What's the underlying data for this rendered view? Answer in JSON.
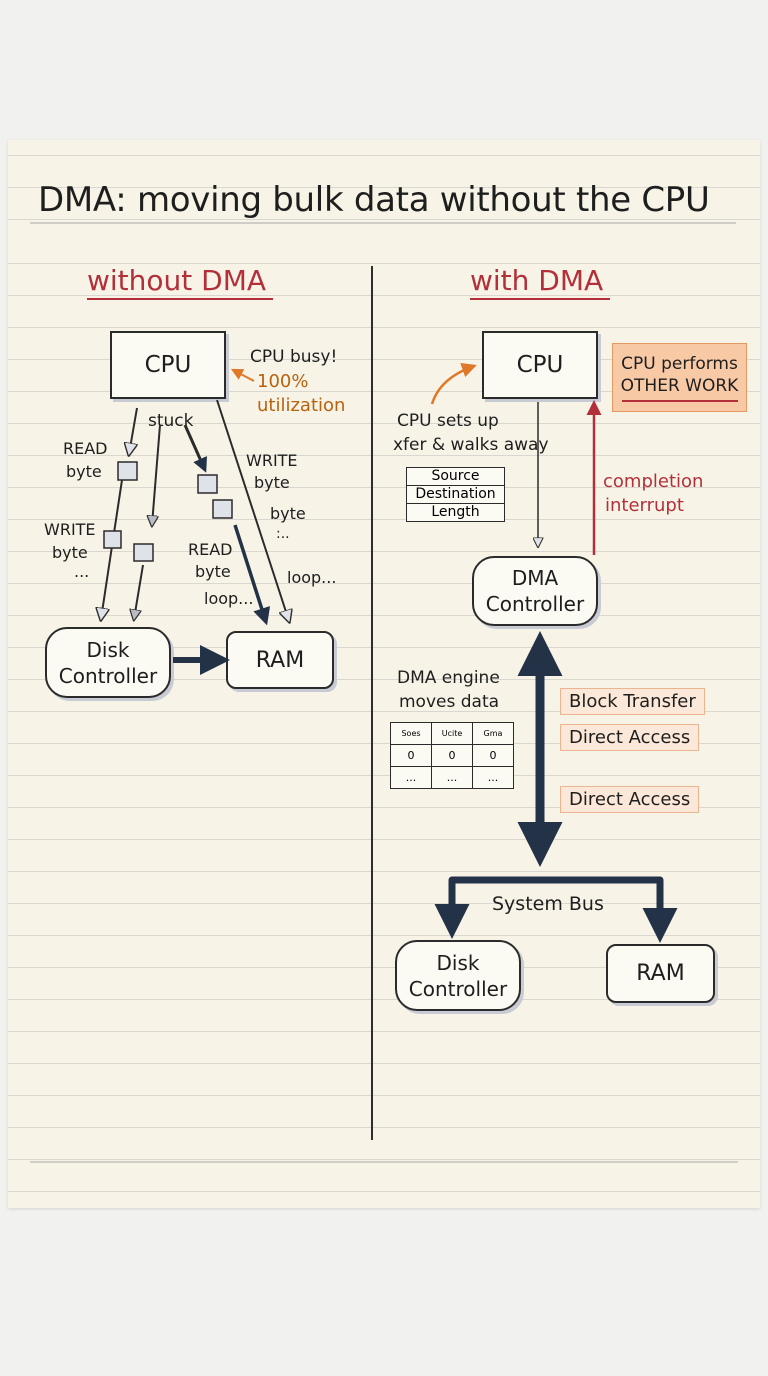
{
  "title": "DMA: moving bulk data without the CPU",
  "left": {
    "heading": "without DMA",
    "cpu": "CPU",
    "busy_note_line1": "CPU busy!",
    "busy_note_line2": "100%",
    "busy_note_line3": "utilization",
    "stuck": "stuck",
    "read1_line1": "READ",
    "read1_line2": "byte",
    "write1_line1": "WRITE",
    "write1_line2": "byte",
    "dots1": "...",
    "write2_line1": "WRITE",
    "write2_line2": "byte",
    "byte_right": "byte",
    "dots_right": ":..",
    "read2_line1": "READ",
    "read2_line2": "byte",
    "loop1": "loop...",
    "loop2": "loop...",
    "disk_line1": "Disk",
    "disk_line2": "Controller",
    "ram": "RAM"
  },
  "right": {
    "heading": "with DMA",
    "cpu": "CPU",
    "other_work_line1": "CPU performs",
    "other_work_line2": "OTHER WORK",
    "setup_line1": "CPU sets up",
    "setup_line2": "xfer & walks away",
    "registers": [
      "Source",
      "Destination",
      "Length"
    ],
    "completion_line1": "completion",
    "completion_line2": "interrupt",
    "dma_line1": "DMA",
    "dma_line2": "Controller",
    "engine_line1": "DMA engine",
    "engine_line2": "moves data",
    "grid_header": [
      "Soes",
      "Ucite",
      "Gma"
    ],
    "grid_row1": [
      "0",
      "0",
      "0"
    ],
    "grid_row2": [
      "...",
      "...",
      "..."
    ],
    "tag_block": "Block Transfer",
    "tag_direct1": "Direct Access",
    "tag_direct2": "Direct Access",
    "bus": "System Bus",
    "disk_line1": "Disk",
    "disk_line2": "Controller",
    "ram": "RAM"
  }
}
